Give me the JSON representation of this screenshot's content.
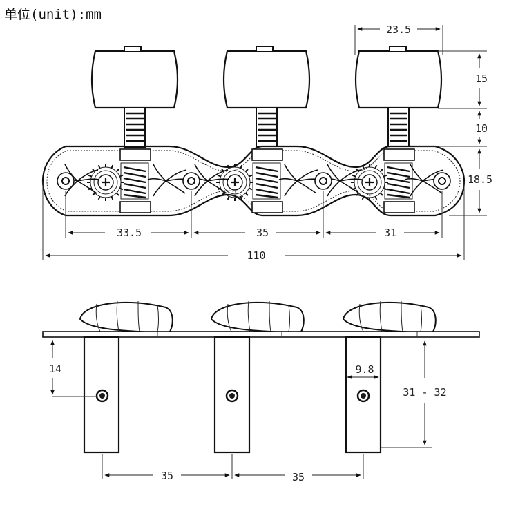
{
  "unit_label": "单位(unit):mm",
  "top_view": {
    "dimensions": {
      "knob_width": "23.5",
      "knob_height": "15",
      "shaft_height": "10",
      "plate_height": "18.5",
      "hole_spacing_1": "33.5",
      "hole_spacing_2": "35",
      "hole_spacing_3": "31",
      "overall_length": "110"
    }
  },
  "side_view": {
    "dimensions": {
      "post_hole_offset": "14",
      "post_width": "9.8",
      "post_length": "31 - 32",
      "post_spacing_1": "35",
      "post_spacing_2": "35"
    }
  },
  "colors": {
    "line": "#111111",
    "background": "#ffffff"
  }
}
